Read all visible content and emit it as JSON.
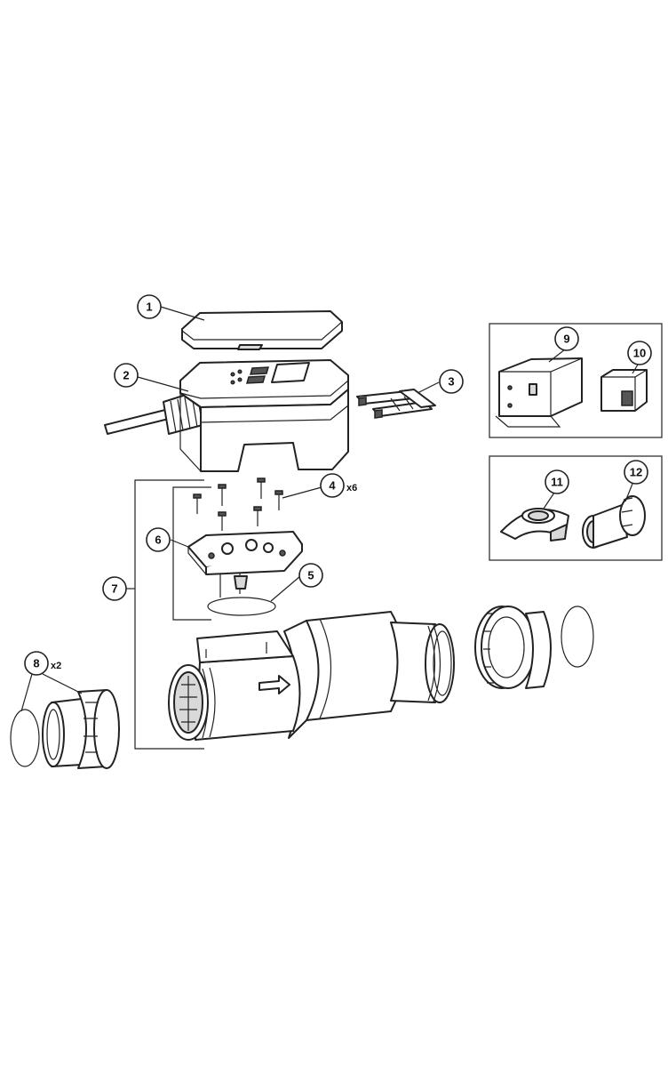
{
  "callouts": [
    {
      "id": "1",
      "label": "1"
    },
    {
      "id": "2",
      "label": "2"
    },
    {
      "id": "3",
      "label": "3"
    },
    {
      "id": "4",
      "label": "4",
      "qty": "x6"
    },
    {
      "id": "5",
      "label": "5"
    },
    {
      "id": "6",
      "label": "6"
    },
    {
      "id": "7",
      "label": "7"
    },
    {
      "id": "8",
      "label": "8",
      "qty": "x2"
    },
    {
      "id": "9",
      "label": "9"
    },
    {
      "id": "10",
      "label": "10"
    },
    {
      "id": "11",
      "label": "11"
    },
    {
      "id": "12",
      "label": "12"
    }
  ]
}
